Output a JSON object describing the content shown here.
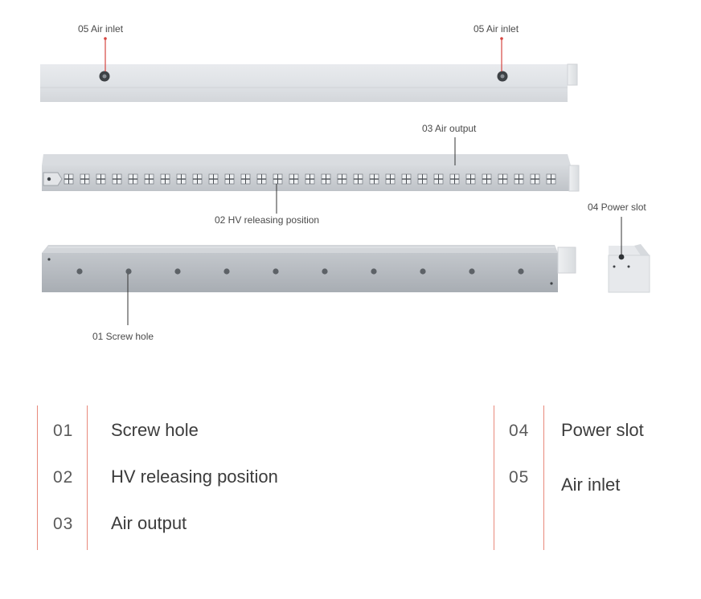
{
  "callouts": {
    "air_inlet_left": "05 Air inlet",
    "air_inlet_right": "05 Air inlet",
    "air_output": "03 Air output",
    "hv_releasing": "02 HV releasing position",
    "power_slot": "04 Power slot",
    "screw_hole": "01 Screw hole"
  },
  "legend": {
    "left": [
      {
        "num": "01",
        "label": "Screw hole"
      },
      {
        "num": "02",
        "label": "HV releasing position"
      },
      {
        "num": "03",
        "label": "Air output"
      }
    ],
    "right": [
      {
        "num": "04",
        "label": "Power slot"
      },
      {
        "num": "05",
        "label": "Air inlet"
      }
    ]
  },
  "colors": {
    "accent_red": "#d64541",
    "divider": "#e8897c",
    "body_light": "#e6e8eb",
    "body_mid": "#c9cdd2",
    "body_dark": "#a9aeb4"
  }
}
